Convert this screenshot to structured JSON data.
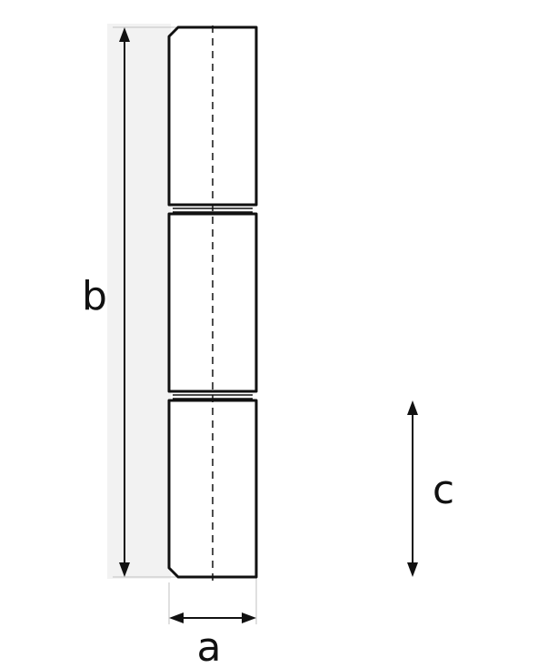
{
  "dimensions": {
    "a": "a",
    "b": "b",
    "c": "c"
  },
  "colors": {
    "line": "#111111",
    "extension": "#cccccc",
    "background": "#ffffff"
  },
  "part": {
    "segments": 3
  }
}
